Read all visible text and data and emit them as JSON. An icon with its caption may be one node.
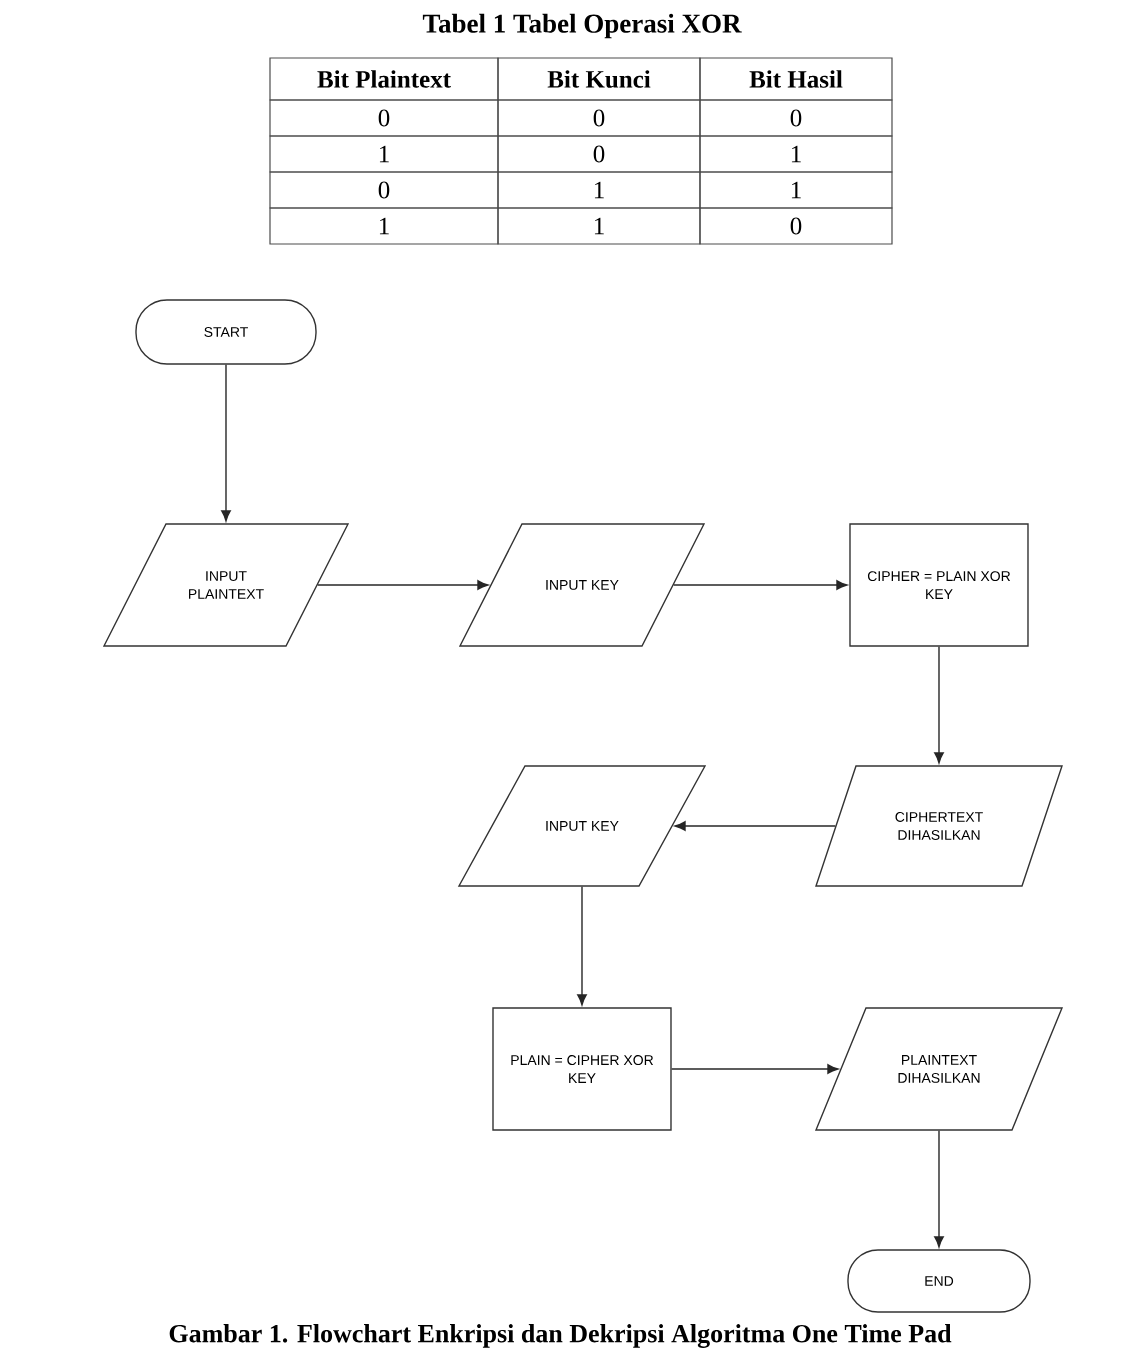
{
  "diagram": {
    "title": "Tabel 1 Tabel Operasi XOR",
    "caption": "Gambar 1. Flowchart Enkripsi dan Dekripsi Algoritma One Time Pad",
    "nodes": [
      {
        "text": [
          "START"
        ]
      },
      {
        "text": [
          "INPUT PLAINTEXT"
        ]
      },
      {
        "text": [
          "INPUT KEY"
        ]
      },
      {
        "text": [
          "CIPHER = PLAIN XOR KEY"
        ]
      },
      {
        "text": [
          "CIPHERTEXT DIHASILKAN"
        ]
      },
      {
        "text": [
          "INPUT KEY"
        ]
      },
      {
        "text": [
          "PLAIN = CIPHER XOR KEY"
        ]
      },
      {
        "text": [
          "PLAINTEXT DIHASILKAN"
        ]
      },
      {
        "text": [
          "END"
        ]
      }
    ],
    "edges": [
      {
        "from": 0,
        "to": 1,
        "arrow": "to"
      },
      {
        "from": 1,
        "to": 2,
        "arrow": "to"
      },
      {
        "from": 2,
        "to": 3,
        "arrow": "to"
      },
      {
        "from": 3,
        "to": 4,
        "arrow": "to"
      },
      {
        "from": 4,
        "to": 5,
        "arrow": "to"
      },
      {
        "from": 5,
        "to": 6,
        "arrow": "to"
      },
      {
        "from": 6,
        "to": 7,
        "arrow": "to"
      },
      {
        "from": 7,
        "to": 8,
        "arrow": "to"
      }
    ],
    "labels": [
      "Bit Plaintext",
      "Bit Kunci",
      "Bit Hasil",
      "0",
      "0",
      "0",
      "1",
      "0",
      "1",
      "0",
      "1",
      "1",
      "1",
      "1",
      "0"
    ]
  }
}
